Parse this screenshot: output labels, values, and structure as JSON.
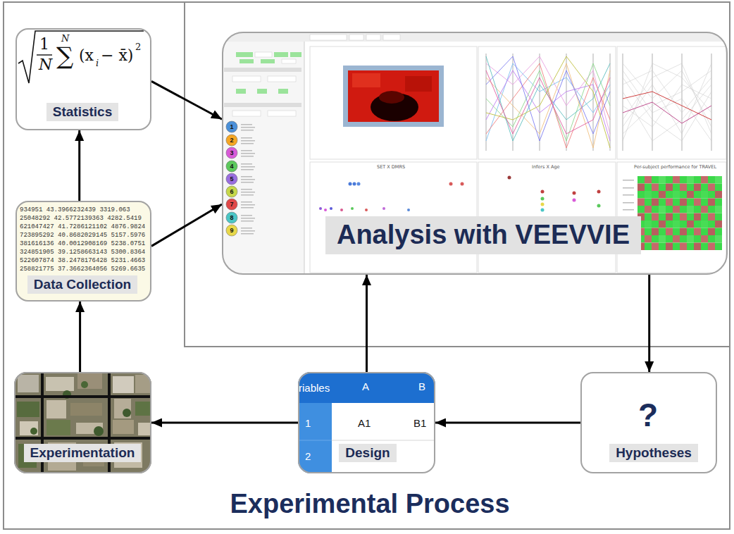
{
  "diagram": {
    "nodes": [
      {
        "text": [
          "Experimental Process"
        ]
      },
      {
        "text": [
          "Statistics"
        ],
        "in": 0
      },
      {
        "text": [
          "Analysis with VEEVVIE"
        ],
        "in": 0
      },
      {
        "text": [
          "Data Collection"
        ],
        "in": 0
      },
      {
        "text": [
          "Experimentation"
        ],
        "in": 0
      },
      {
        "text": [
          "Design"
        ],
        "in": 0
      },
      {
        "text": [
          "Hypotheses"
        ],
        "in": 0
      }
    ],
    "edges": [
      {
        "from": 1,
        "to": 2,
        "arrow": "to"
      },
      {
        "from": 3,
        "to": 2,
        "arrow": "to"
      },
      {
        "from": 3,
        "to": 1,
        "arrow": "to"
      },
      {
        "from": 4,
        "to": 3,
        "arrow": "to"
      },
      {
        "from": 5,
        "to": 4,
        "arrow": "to"
      },
      {
        "from": 6,
        "to": 5,
        "arrow": "to"
      },
      {
        "from": 5,
        "to": 2,
        "arrow": "to"
      },
      {
        "from": 2,
        "to": 6,
        "arrow": "to"
      }
    ],
    "labels": [
      "1",
      "N",
      "N",
      "∑",
      "(x",
      "i",
      "− x̄)",
      "2",
      "934951 43.3966232439 3319.063",
      "25048292 42.5772139363 4282.5419",
      "621047427 41.7286121102 4876.9824",
      "723895292 40.8682029145 5157.5976",
      "381616136 40.0012908169 5238.0751",
      "324851905 39.1258663143 5300.8364",
      "522607874 38.2478176428 5231.4663",
      "258821775 37.3662364056 5269.6635",
      "1",
      "2",
      "3",
      "4",
      "5",
      "6",
      "7",
      "8",
      "9",
      "SET X DMRS",
      "Infers X Age",
      "Per-subject performance for TRAVEL",
      "riables",
      "A",
      "B",
      "1",
      "A1",
      "B1",
      "2",
      "?"
    ]
  }
}
